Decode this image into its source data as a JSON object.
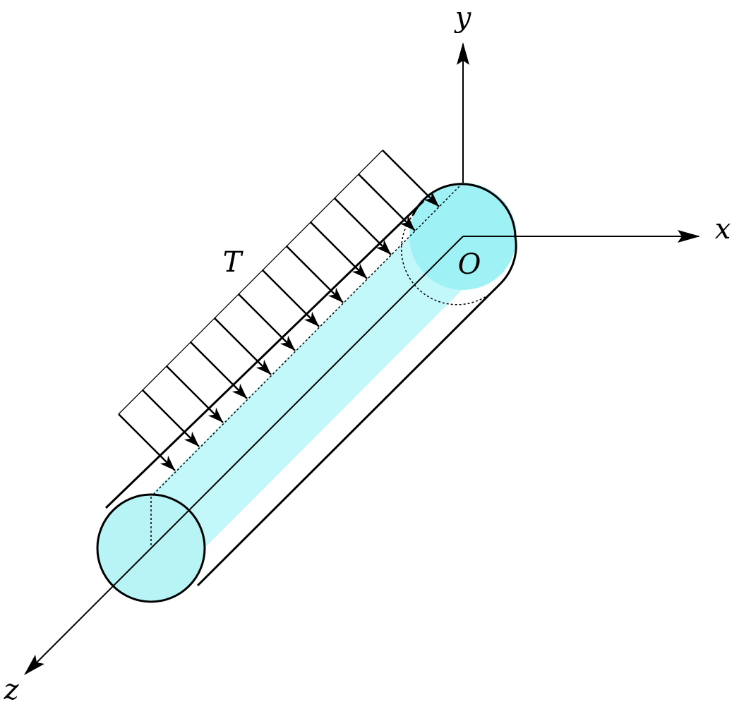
{
  "diagram": {
    "labels": {
      "x_axis": "x",
      "y_axis": "y",
      "z_axis": "z",
      "origin": "O",
      "load": "T"
    },
    "colors": {
      "cylinder_body": "#c2f8fa",
      "cylinder_end_near_origin": "#9ef1f5",
      "cylinder_end_far": "#b8f3f6",
      "stroke": "#000000"
    },
    "load_arrow_count": 12
  }
}
